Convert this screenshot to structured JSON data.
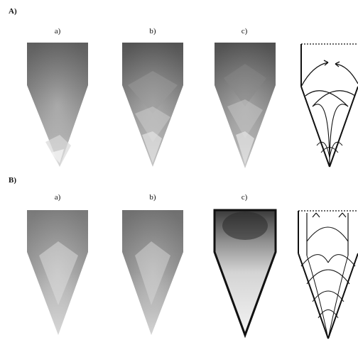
{
  "figure": {
    "section_a": {
      "label": "A)",
      "panels": [
        {
          "label": "a)",
          "kind": "simulation-image"
        },
        {
          "label": "b)",
          "kind": "simulation-image"
        },
        {
          "label": "c)",
          "kind": "simulation-image"
        },
        {
          "label": "",
          "kind": "schematic-flow-lines"
        }
      ]
    },
    "section_b": {
      "label": "B)",
      "panels": [
        {
          "label": "a)",
          "kind": "simulation-image"
        },
        {
          "label": "b)",
          "kind": "simulation-image"
        },
        {
          "label": "c)",
          "kind": "simulation-image-outlined"
        },
        {
          "label": "",
          "kind": "schematic-flow-lines"
        }
      ]
    }
  }
}
